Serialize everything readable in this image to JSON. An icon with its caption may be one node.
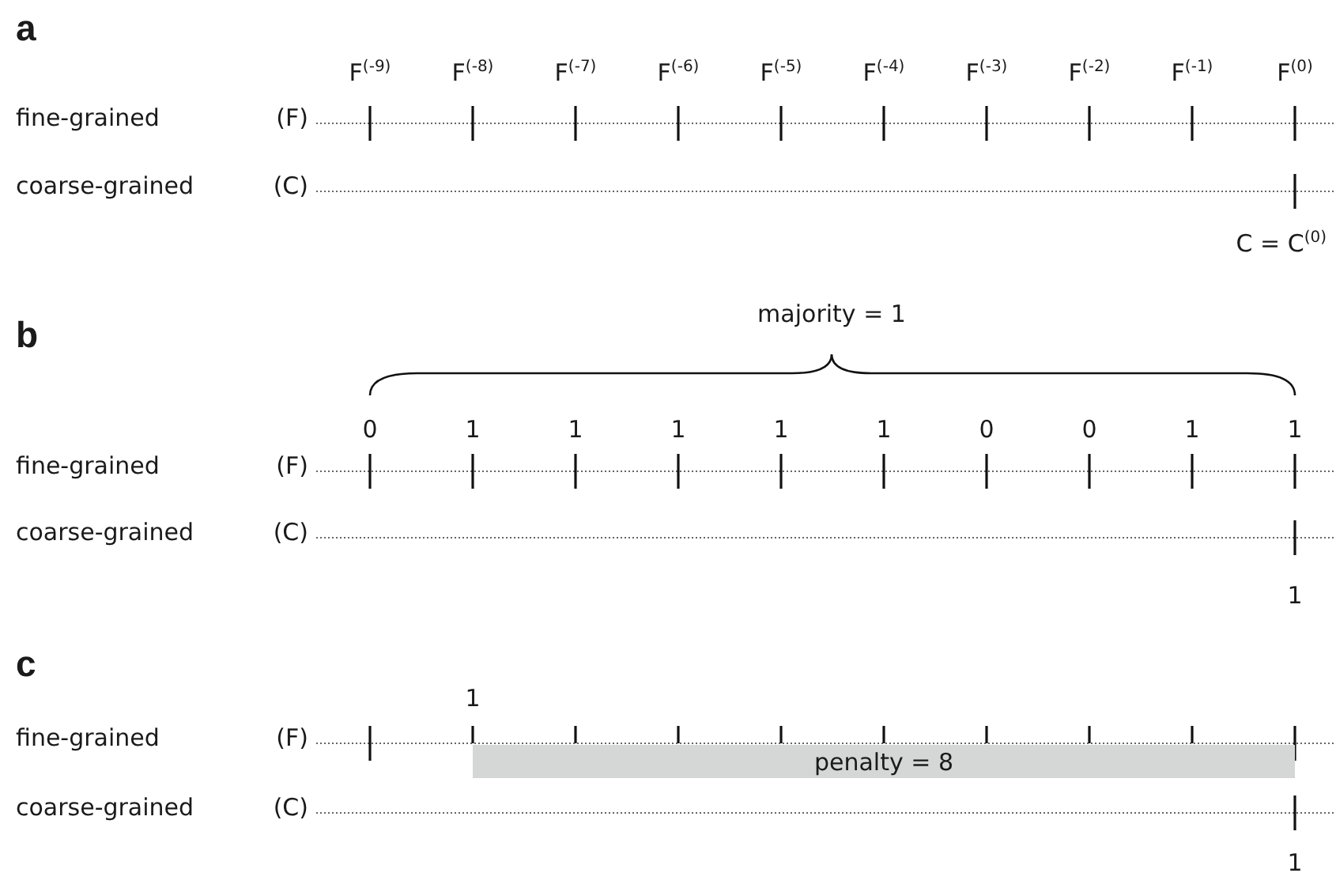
{
  "diagram": {
    "nodes": [
      {
        "text": [
          "penalty = 8"
        ]
      }
    ],
    "edges": [],
    "labels": [
      "a",
      "F$^{(-9)}$",
      "F$^{(-8)}$",
      "F$^{(-7)}$",
      "F$^{(-6)}$",
      "F$^{(-5)}$",
      "F$^{(-4)}$",
      "F$^{(-3)}$",
      "F$^{(-2)}$",
      "F$^{(-1)}$",
      "F$^{(0)}$",
      "fine-grained",
      "(F)",
      "coarse-grained",
      "(C)",
      "C = C$^{(0)}$",
      "b",
      "majority = 1",
      "0",
      "1",
      "1",
      "1",
      "1",
      "1",
      "0",
      "0",
      "1",
      "1",
      "fine-grained",
      "(F)",
      "coarse-grained",
      "(C)",
      "1",
      "c",
      "1",
      "fine-grained",
      "(F)",
      "coarse-grained",
      "(C)",
      "1"
    ]
  }
}
